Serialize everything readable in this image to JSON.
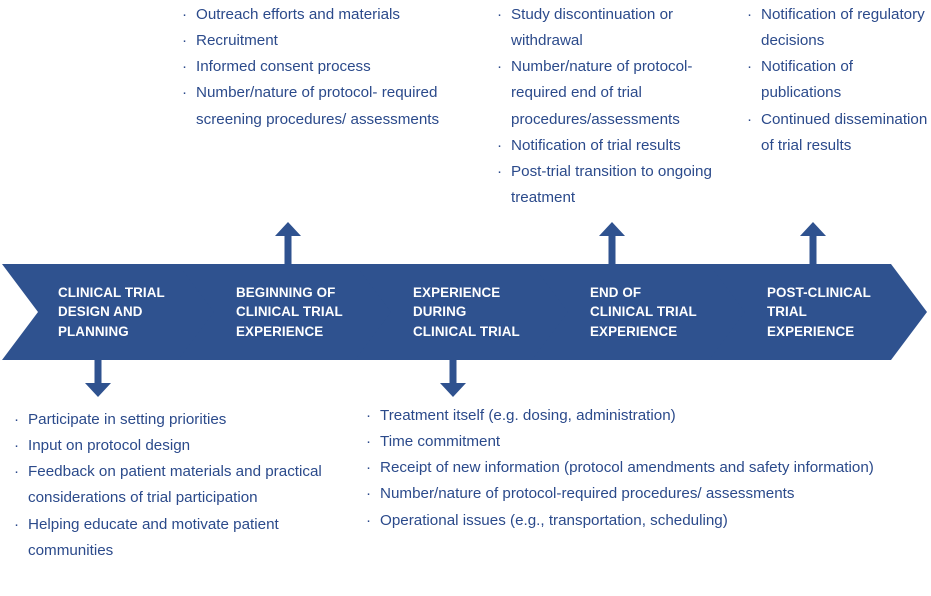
{
  "diagram": {
    "title": "Clinical Trial Patient Experience Journey",
    "colors": {
      "chevron_fill": "#2f528f",
      "text_blue": "#2b4a8b",
      "chevron_text": "#ffffff",
      "arrow": "#2f528f",
      "background": "#ffffff"
    },
    "bullet_glyph": "·"
  },
  "stages": [
    {
      "id": "design-planning",
      "label": "CLINICAL TRIAL\nDESIGN AND\nPLANNING"
    },
    {
      "id": "beginning",
      "label": "BEGINNING OF\nCLINICAL TRIAL\nEXPERIENCE"
    },
    {
      "id": "during",
      "label": "EXPERIENCE\nDURING\nCLINICAL TRIAL"
    },
    {
      "id": "end",
      "label": "END OF\nCLINICAL TRIAL\nEXPERIENCE"
    },
    {
      "id": "post",
      "label": "POST-CLINICAL\nTRIAL\nEXPERIENCE"
    }
  ],
  "callouts": {
    "top_beginning": {
      "stage": "beginning",
      "direction": "up",
      "items": [
        "Outreach efforts and materials",
        "Recruitment",
        "Informed consent process",
        "Number/nature of protocol- required screening procedures/ assessments"
      ]
    },
    "top_end": {
      "stage": "end",
      "direction": "up",
      "items": [
        "Study discontinuation or withdrawal",
        "Number/nature  of protocol-required end of trial procedures/assessments",
        "Notification of trial results",
        "Post-trial transition to ongoing treatment"
      ]
    },
    "top_post": {
      "stage": "post",
      "direction": "up",
      "items": [
        "Notification of regulatory decisions",
        "Notification of publications",
        "Continued dissemination of trial results"
      ]
    },
    "bottom_design": {
      "stage": "design-planning",
      "direction": "down",
      "items": [
        "Participate in setting priorities",
        "Input on protocol design",
        "Feedback on patient materials and practical considerations of trial participation",
        "Helping educate and motivate patient communities"
      ]
    },
    "bottom_during": {
      "stage": "during",
      "direction": "down",
      "items": [
        "Treatment itself (e.g. dosing, administration)",
        "Time commitment",
        "Receipt of new information (protocol amendments and safety information)",
        "Number/nature of protocol-required procedures/ assessments",
        "Operational issues (e.g., transportation, scheduling)"
      ]
    }
  }
}
